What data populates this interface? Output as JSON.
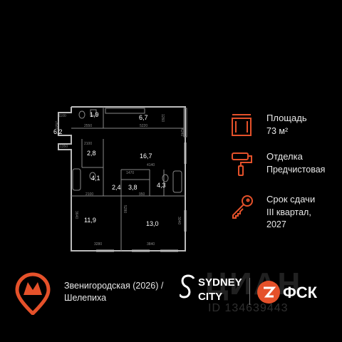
{
  "floorplan": {
    "rooms": [
      "1,9",
      "6,7",
      "6,2",
      "2,8",
      "16,7",
      "4,1",
      "2,4",
      "3,8",
      "4,3",
      "11,9",
      "13,0"
    ],
    "dimensions": [
      "1100",
      "2550",
      "1260",
      "2620",
      "5220",
      "1350",
      "2100",
      "4240",
      "4140",
      "1470",
      "950",
      "2100",
      "3640",
      "5280",
      "3040",
      "3280",
      "3840"
    ]
  },
  "info": {
    "area_label": "Площадь",
    "area_value": "73 м²",
    "finish_label": "Отделка",
    "finish_value": "Предчистовая",
    "deadline_label": "Срок сдачи",
    "deadline_value_1": "III квартал,",
    "deadline_value_2": "2027",
    "accent_color": "#e5512a"
  },
  "metro": {
    "line1": "Звенигородская (2026) /",
    "line2": "Шелепиха",
    "color": "#e5512a"
  },
  "brand": {
    "project_line1": "SYDNEY",
    "project_line2": "CITY",
    "developer": "ФСК"
  },
  "watermark": {
    "text": "ЦИАН",
    "id": "ID 134639443"
  }
}
